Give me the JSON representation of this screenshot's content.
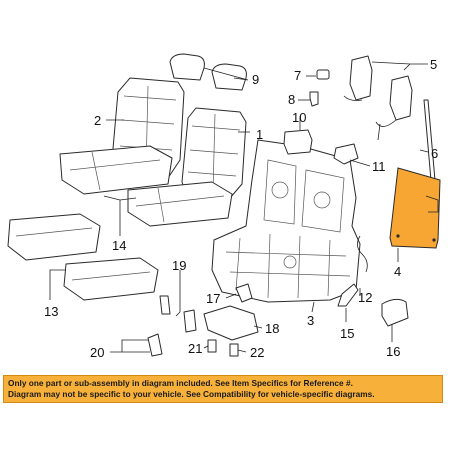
{
  "callouts": {
    "c1": "1",
    "c2": "2",
    "c3": "3",
    "c4": "4",
    "c5": "5",
    "c6": "6",
    "c7": "7",
    "c8": "8",
    "c9": "9",
    "c10": "10",
    "c11": "11",
    "c12": "12",
    "c13": "13",
    "c14": "14",
    "c15": "15",
    "c16": "16",
    "c17": "17",
    "c18": "18",
    "c19": "19",
    "c20": "20",
    "c21": "21",
    "c22": "22"
  },
  "colors": {
    "highlight": "#f7a634",
    "banner": "#f7b03a"
  },
  "notice": {
    "line1": "Only one part or sub-assembly in diagram included. See Item Specifics for Reference #.",
    "line2": "Diagram may not be specific to your vehicle. See Compatibility for vehicle-specific diagrams."
  }
}
